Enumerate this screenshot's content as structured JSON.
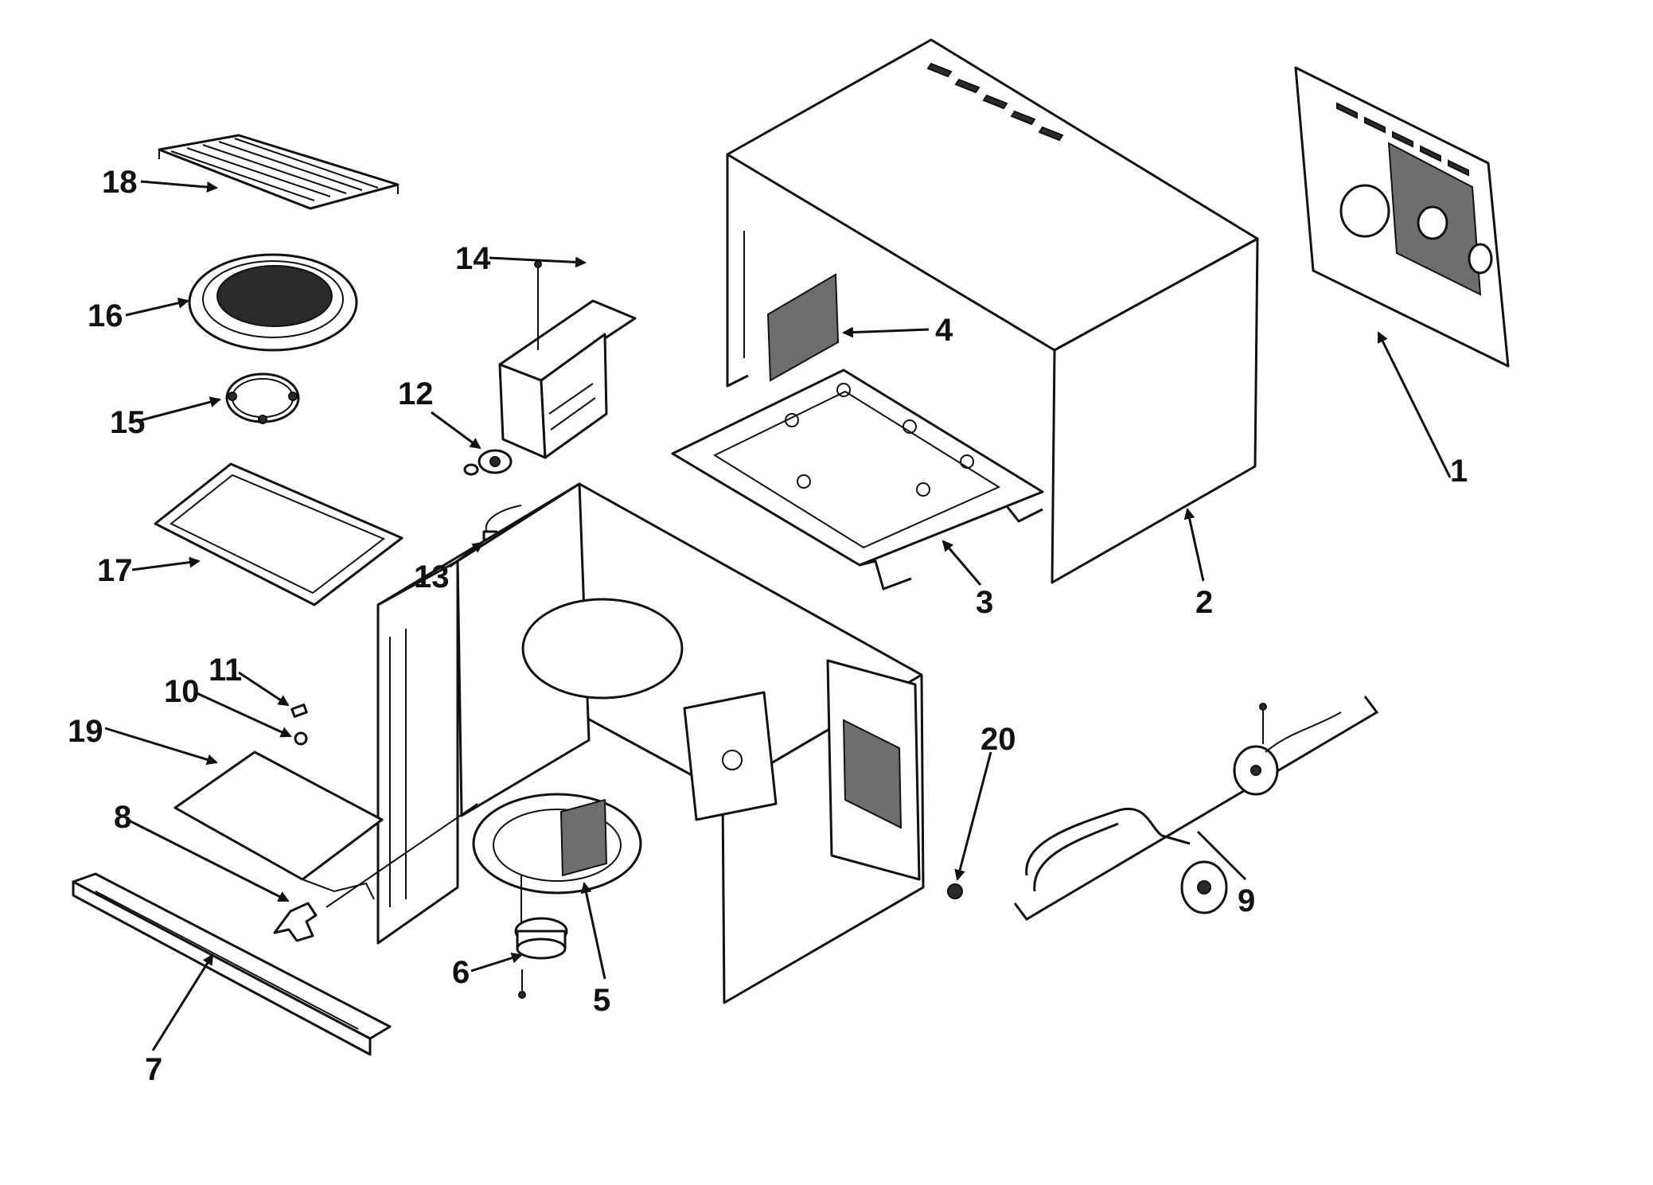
{
  "diagram": {
    "type": "exploded-parts-view",
    "callouts": [
      {
        "id": "1",
        "label": "1"
      },
      {
        "id": "2",
        "label": "2"
      },
      {
        "id": "3",
        "label": "3"
      },
      {
        "id": "4",
        "label": "4"
      },
      {
        "id": "5",
        "label": "5"
      },
      {
        "id": "6",
        "label": "6"
      },
      {
        "id": "7",
        "label": "7"
      },
      {
        "id": "8",
        "label": "8"
      },
      {
        "id": "9",
        "label": "9"
      },
      {
        "id": "10",
        "label": "10"
      },
      {
        "id": "11",
        "label": "11"
      },
      {
        "id": "12",
        "label": "12"
      },
      {
        "id": "13",
        "label": "13"
      },
      {
        "id": "14",
        "label": "14"
      },
      {
        "id": "15",
        "label": "15"
      },
      {
        "id": "16",
        "label": "16"
      },
      {
        "id": "17",
        "label": "17"
      },
      {
        "id": "18",
        "label": "18"
      },
      {
        "id": "19",
        "label": "19"
      },
      {
        "id": "20",
        "label": "20"
      }
    ]
  },
  "colors": {
    "ink": "#111111",
    "paper": "#ffffff",
    "mesh": "#6e6e6e"
  }
}
